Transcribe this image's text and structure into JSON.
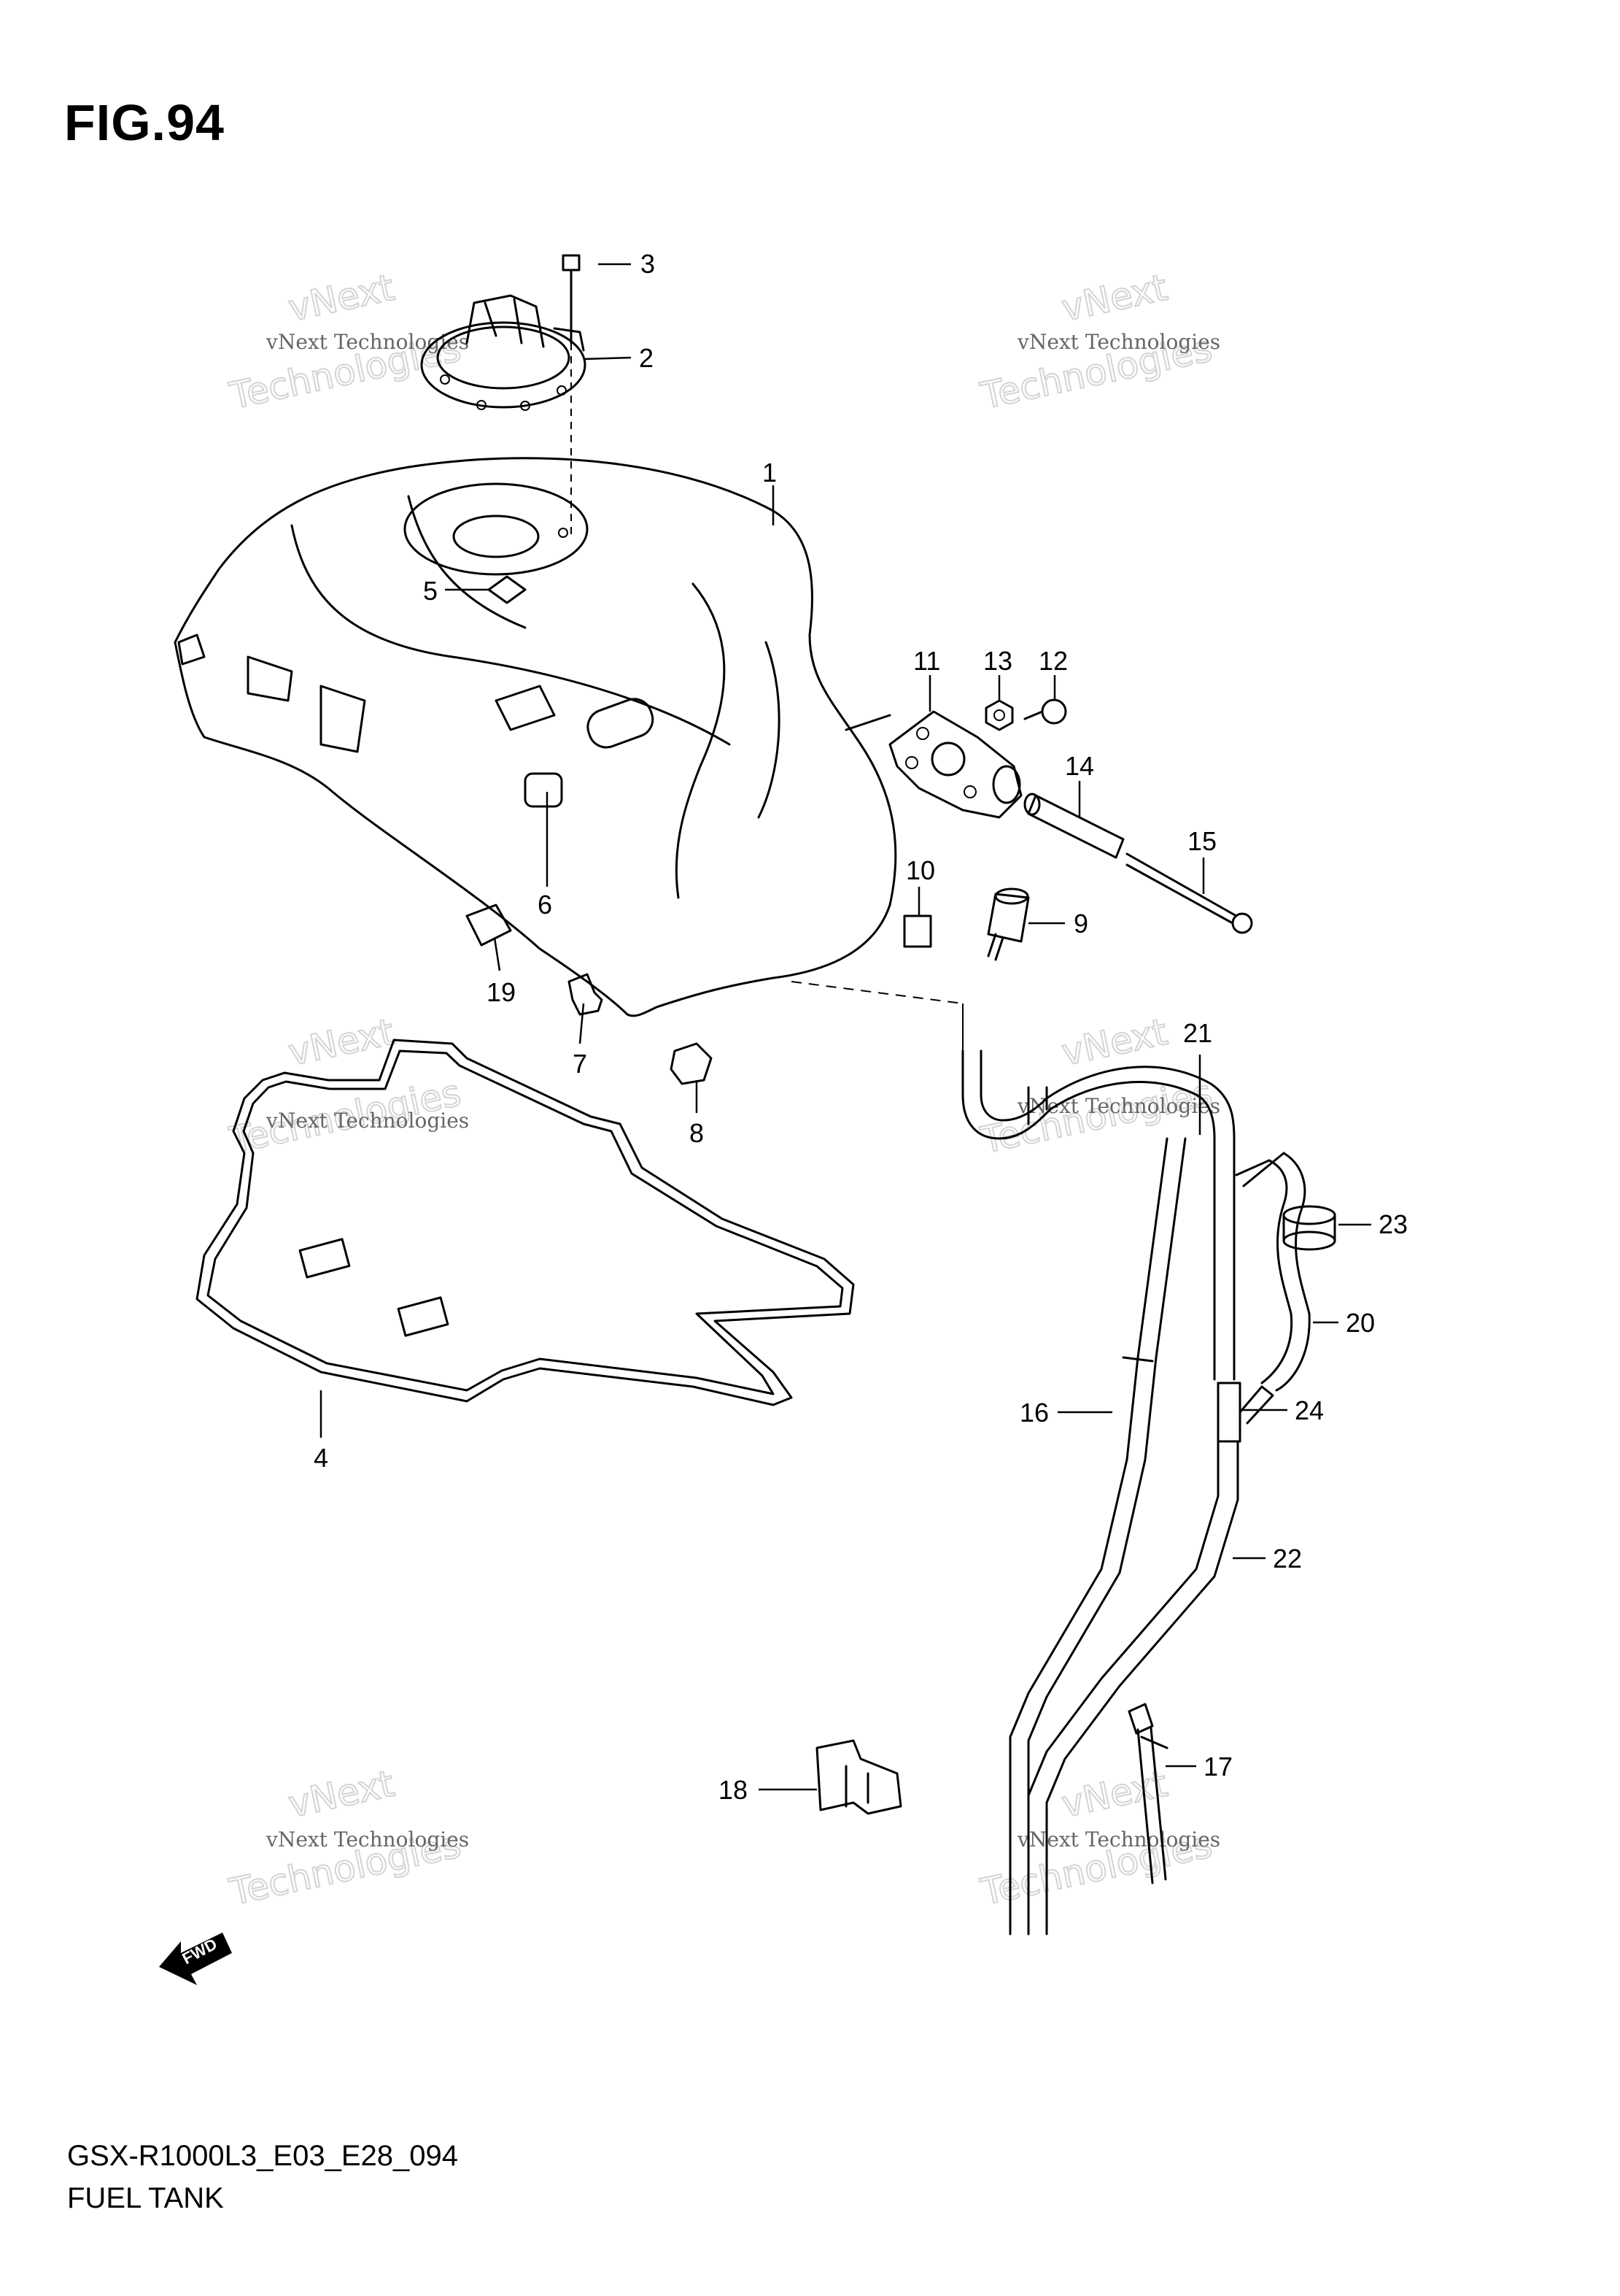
{
  "figure_title": "FIG.94",
  "footer": {
    "model_code": "GSX-R1000L3_E03_E28_094",
    "assembly_name": "FUEL TANK"
  },
  "watermark": {
    "line1": "vNext",
    "line2": "Technologies",
    "small": "vNext Technologies"
  },
  "direction_arrow": {
    "label": "FWD",
    "icon": "fwd-arrow-icon"
  },
  "callouts": {
    "c1": "1",
    "c2": "2",
    "c3": "3",
    "c4": "4",
    "c5": "5",
    "c6": "6",
    "c7": "7",
    "c8": "8",
    "c9": "9",
    "c10": "10",
    "c11": "11",
    "c12": "12",
    "c13": "13",
    "c14": "14",
    "c15": "15",
    "c16": "16",
    "c17": "17",
    "c18": "18",
    "c19": "19",
    "c20": "20",
    "c21": "21",
    "c22": "22",
    "c23": "23",
    "c24": "24"
  },
  "colors": {
    "line": "#000000",
    "background": "#ffffff",
    "watermark": "#d4d4d4"
  }
}
